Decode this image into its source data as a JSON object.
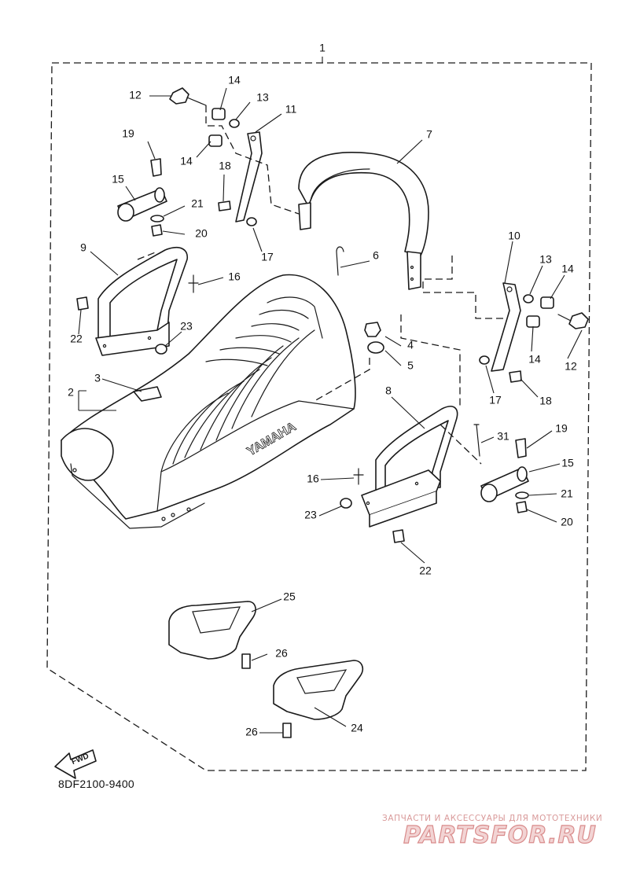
{
  "diagram": {
    "assembly_label": "1",
    "drawing_code": "8DF2100-9400",
    "fwd_label": "FWD",
    "seat_brand": "YAMAHA",
    "callouts": {
      "c2": "2",
      "c3": "3",
      "c4": "4",
      "c5": "5",
      "c6": "6",
      "c7": "7",
      "c8": "8",
      "c9": "9",
      "c10": "10",
      "c11": "11",
      "c12a": "12",
      "c12b": "12",
      "c13a": "13",
      "c13b": "13",
      "c14a": "14",
      "c14b": "14",
      "c14c": "14",
      "c14d": "14",
      "c15a": "15",
      "c15b": "15",
      "c16a": "16",
      "c16b": "16",
      "c17a": "17",
      "c17b": "17",
      "c18a": "18",
      "c18b": "18",
      "c19a": "19",
      "c19b": "19",
      "c20a": "20",
      "c20b": "20",
      "c21a": "21",
      "c21b": "21",
      "c22a": "22",
      "c22b": "22",
      "c23a": "23",
      "c23b": "23",
      "c24": "24",
      "c25": "25",
      "c26a": "26",
      "c26b": "26",
      "c31": "31"
    }
  },
  "watermark": {
    "tagline": "ЗАПЧАСТИ И АКСЕССУАРЫ ДЛЯ МОТОТЕХНИКИ",
    "logo": "PARTSFOR.RU",
    "color": "#d98c8c"
  }
}
